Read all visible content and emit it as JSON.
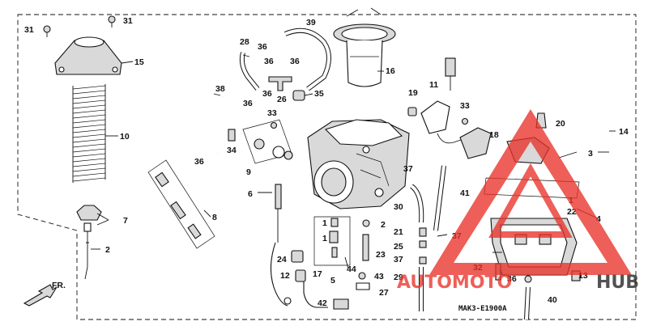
{
  "diagram": {
    "drawing_code": "MAK3-E1900A",
    "front_label": "FR.",
    "callouts": {
      "c1": "1",
      "c1b": "1",
      "c1c": "1",
      "c2": "2",
      "c2b": "2",
      "c3": "3",
      "c4": "4",
      "c5": "5",
      "c6": "6",
      "c7": "7",
      "c8": "8",
      "c9": "9",
      "c10": "10",
      "c11": "11",
      "c12": "12",
      "c13": "13",
      "c14": "14",
      "c15": "15",
      "c16": "16",
      "c17": "17",
      "c18": "18",
      "c19": "19",
      "c20": "20",
      "c21": "21",
      "c22": "22",
      "c23": "23",
      "c24": "24",
      "c25": "25",
      "c26": "26",
      "c27": "27",
      "c28": "28",
      "c29": "29",
      "c30": "30",
      "c31a": "31",
      "c31b": "31",
      "c32": "32",
      "c33a": "33",
      "c33b": "33",
      "c34": "34",
      "c35": "35",
      "c36a": "36",
      "c36b": "36",
      "c36c": "36",
      "c36d": "36",
      "c36e": "36",
      "c36f": "36",
      "c36g": "36",
      "c37a": "37",
      "c37b": "37",
      "c37c": "37",
      "c38": "38",
      "c39": "39",
      "c40": "40",
      "c41": "41",
      "c42": "42",
      "c43": "43",
      "c44": "44"
    }
  },
  "watermark": {
    "text_part1": "AUTOMOTO",
    "text_part2": "HUB",
    "color_primary": "#e8332a",
    "color_secondary": "#222222"
  }
}
